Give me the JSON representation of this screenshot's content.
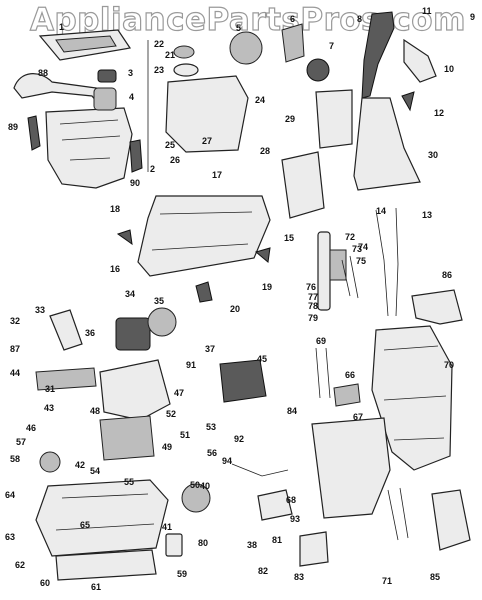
{
  "watermark": "AppliancePartsPros.com",
  "callouts": [
    "1",
    "2",
    "3",
    "4",
    "5",
    "6",
    "7",
    "8",
    "9",
    "10",
    "11",
    "12",
    "13",
    "14",
    "15",
    "16",
    "17",
    "18",
    "19",
    "20",
    "21",
    "22",
    "23",
    "24",
    "25",
    "26",
    "27",
    "28",
    "29",
    "30",
    "31",
    "32",
    "33",
    "34",
    "35",
    "36",
    "37",
    "38",
    "40",
    "41",
    "42",
    "43",
    "44",
    "45",
    "46",
    "47",
    "48",
    "49",
    "50",
    "51",
    "52",
    "53",
    "54",
    "55",
    "56",
    "57",
    "58",
    "59",
    "60",
    "61",
    "62",
    "63",
    "64",
    "65",
    "66",
    "67",
    "68",
    "69",
    "70",
    "71",
    "72",
    "73",
    "74",
    "75",
    "76",
    "77",
    "78",
    "79",
    "80",
    "81",
    "82",
    "83",
    "84",
    "85",
    "86",
    "87",
    "88",
    "89",
    "90",
    "91",
    "92",
    "93",
    "94"
  ]
}
